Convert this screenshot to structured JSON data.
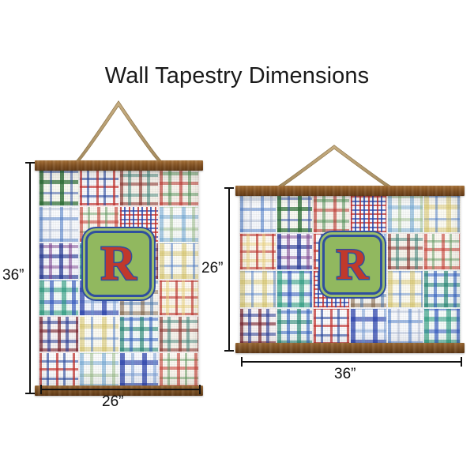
{
  "page": {
    "title": "Wall Tapestry Dimensions",
    "background_color": "#ffffff"
  },
  "theme": {
    "accent_green": "#91b85f",
    "accent_blue": "#2f4f9e",
    "accent_red": "#c0392b",
    "wood_color": "#7d4e20",
    "rope_color": "#b79a6e",
    "dimension_line_color": "#111111"
  },
  "products": [
    {
      "id": "tapestry-portrait",
      "name": "Wall Tapestry (portrait)",
      "monogram_letter": "R",
      "width_label": "26”",
      "height_label": "36”",
      "orientation": "portrait"
    },
    {
      "id": "tapestry-landscape",
      "name": "Wall Tapestry (landscape)",
      "monogram_letter": "R",
      "width_label": "36”",
      "height_label": "26”",
      "orientation": "landscape"
    }
  ],
  "patchwork": {
    "description": "Madras plaid patchwork",
    "portrait_patches": [
      "pl-a",
      "pl-b",
      "pl-c",
      "pl-d",
      "pl-e",
      "pl-f",
      "pl-g",
      "pl-h",
      "pl-i",
      "pl-j",
      "pl-k",
      "pl-l",
      "pl-m",
      "pl-n",
      "pl-o",
      "pl-p",
      "pl-k",
      "pl-l",
      "pl-j",
      "pl-c",
      "pl-b",
      "pl-h",
      "pl-n",
      "pl-f"
    ],
    "landscape_patches": [
      "pl-e",
      "pl-a",
      "pl-d",
      "pl-g",
      "pl-h",
      "pl-l",
      "pl-p",
      "pl-i",
      "pl-b",
      "pl-n",
      "pl-c",
      "pl-f",
      "pl-l",
      "pl-m",
      "pl-g",
      "pl-o",
      "pl-l",
      "pl-j",
      "pl-k",
      "pl-j",
      "pl-b",
      "pl-n",
      "pl-e",
      "pl-m"
    ]
  }
}
